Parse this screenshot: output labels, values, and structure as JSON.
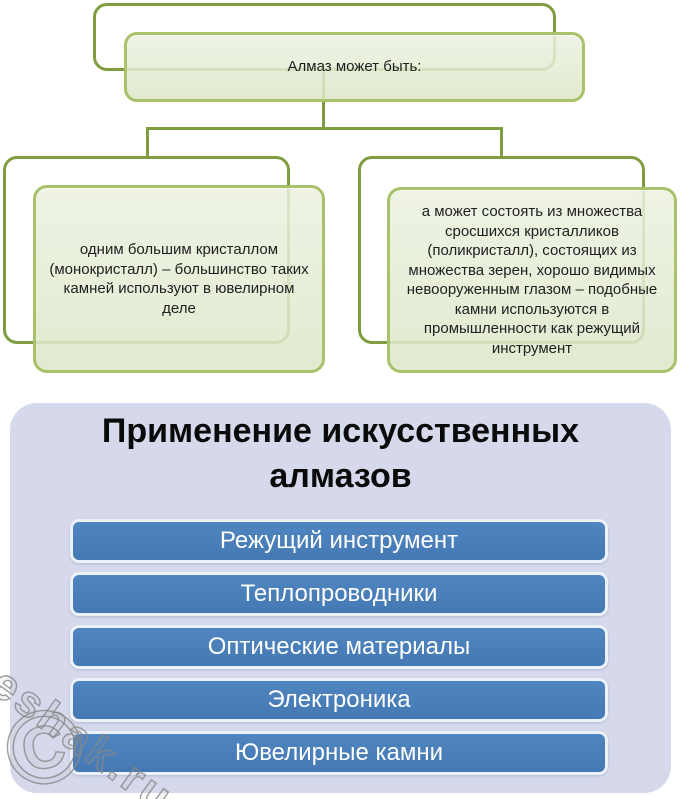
{
  "flowchart": {
    "root_label": "Алмаз может быть:",
    "branches": [
      {
        "label": "одним большим кристаллом (монокристалл) – большинство таких камней используют в ювелирном деле"
      },
      {
        "label": "а может состоять из множества сросшихся кристалликов (поликристалл), состоящих из множества зерен, хорошо видимых невооруженным глазом – подобные камни используются в промышленности как режущий инструмент"
      }
    ]
  },
  "applications_panel": {
    "title": "Применение искусственных алмазов",
    "items": [
      {
        "label": "Режущий инструмент"
      },
      {
        "label": "Теплопроводники"
      },
      {
        "label": "Оптические материалы"
      },
      {
        "label": "Электроника"
      },
      {
        "label": "Ювелирные камни"
      }
    ]
  },
  "watermark": {
    "text": "reshak.ru",
    "symbol": "©"
  },
  "colors": {
    "outline_green": "#7e9d41",
    "front_border_green": "#a7c268",
    "front_fill_green": "#e7eedb",
    "panel_background": "#d5d9eb",
    "bar_blue": "#4a82bd",
    "bar_border": "#edf1f8",
    "body_text": "#1f1f1f",
    "bar_text": "#ffffff"
  }
}
